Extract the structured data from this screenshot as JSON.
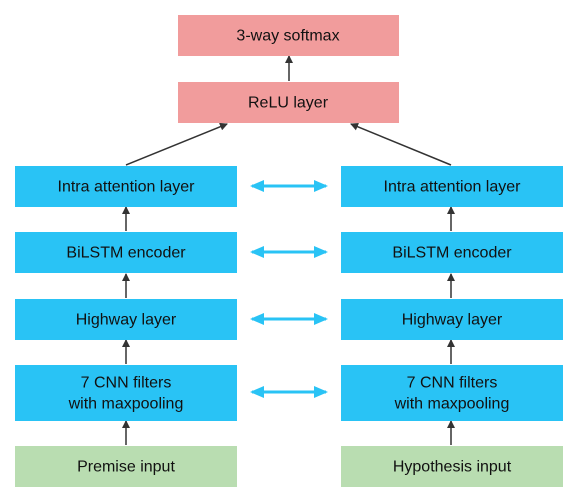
{
  "diagram": {
    "top": {
      "softmax_label": "3-way softmax",
      "relu_label": "ReLU layer"
    },
    "left_column": {
      "intra_attention": "Intra attention layer",
      "bilstm": "BiLSTM encoder",
      "highway": "Highway layer",
      "cnn_line1": "7 CNN filters",
      "cnn_line2": "with maxpooling",
      "input": "Premise input"
    },
    "right_column": {
      "intra_attention": "Intra attention layer",
      "bilstm": "BiLSTM encoder",
      "highway": "Highway layer",
      "cnn_line1": "7 CNN filters",
      "cnn_line2": "with maxpooling",
      "input": "Hypothesis input"
    },
    "colors": {
      "top_fill": "#F19C9C",
      "encoder_fill": "#29C3F5",
      "input_fill": "#B9DDB1",
      "connector": "#29C3F5",
      "arrow": "#333333",
      "text": "#111111"
    }
  }
}
